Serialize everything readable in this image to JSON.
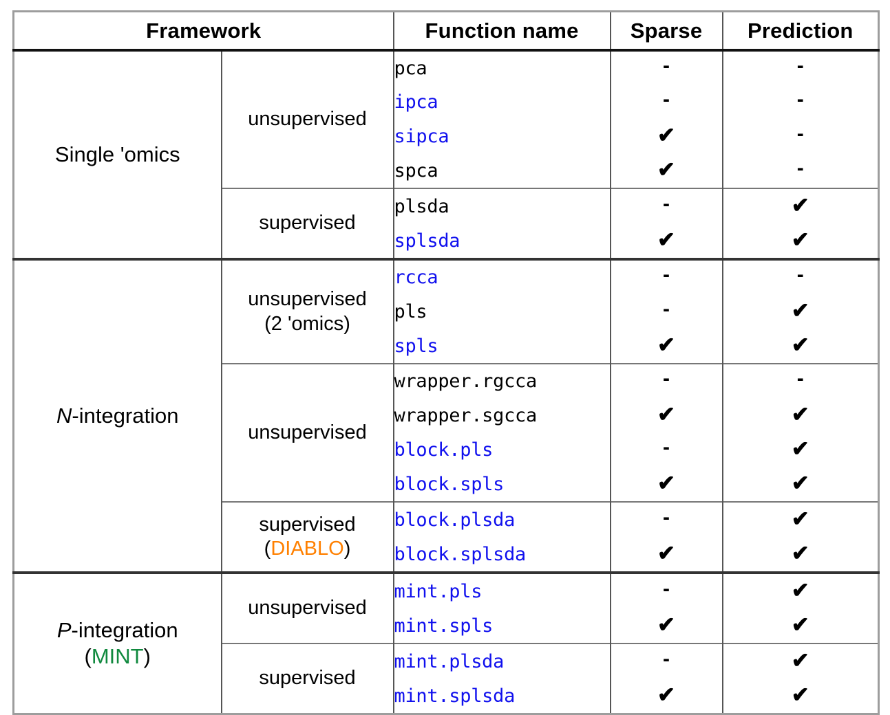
{
  "table": {
    "headers": {
      "framework": "Framework",
      "function_name": "Function name",
      "sparse": "Sparse",
      "prediction": "Prediction"
    },
    "symbols": {
      "check": "✔",
      "dash": "-"
    },
    "colors": {
      "function_blue": "#1010ee",
      "diablo_orange": "#ff8000",
      "mint_green": "#10893e",
      "text_black": "#000000",
      "border_gray": "#9d9d9d",
      "rule_dark": "#333333"
    },
    "sections": [
      {
        "framework": "Single 'omics",
        "framework_prefix": "",
        "framework_sub": "",
        "groups": [
          {
            "label": "unsupervised",
            "label_sub": "",
            "label_sub_colored": "",
            "rows": [
              {
                "function": "pca",
                "colored": false,
                "sparse": "-",
                "prediction": "-"
              },
              {
                "function": "ipca",
                "colored": true,
                "sparse": "-",
                "prediction": "-"
              },
              {
                "function": "sipca",
                "colored": true,
                "sparse": "✔",
                "prediction": "-"
              },
              {
                "function": "spca",
                "colored": false,
                "sparse": "✔",
                "prediction": "-"
              }
            ]
          },
          {
            "label": "supervised",
            "label_sub": "",
            "label_sub_colored": "",
            "rows": [
              {
                "function": "plsda",
                "colored": false,
                "sparse": "-",
                "prediction": "✔"
              },
              {
                "function": "splsda",
                "colored": true,
                "sparse": "✔",
                "prediction": "✔"
              }
            ]
          }
        ]
      },
      {
        "framework": "-integration",
        "framework_prefix": "N",
        "framework_sub": "",
        "groups": [
          {
            "label": "unsupervised",
            "label_sub": "(2 'omics)",
            "label_sub_colored": "",
            "rows": [
              {
                "function": "rcca",
                "colored": true,
                "sparse": "-",
                "prediction": "-"
              },
              {
                "function": "pls",
                "colored": false,
                "sparse": "-",
                "prediction": "✔"
              },
              {
                "function": "spls",
                "colored": true,
                "sparse": "✔",
                "prediction": "✔"
              }
            ]
          },
          {
            "label": "unsupervised",
            "label_sub": "",
            "label_sub_colored": "",
            "rows": [
              {
                "function": "wrapper.rgcca",
                "colored": false,
                "sparse": "-",
                "prediction": "-"
              },
              {
                "function": "wrapper.sgcca",
                "colored": false,
                "sparse": "✔",
                "prediction": "✔"
              },
              {
                "function": "block.pls",
                "colored": true,
                "sparse": "-",
                "prediction": "✔"
              },
              {
                "function": "block.spls",
                "colored": true,
                "sparse": "✔",
                "prediction": "✔"
              }
            ]
          },
          {
            "label": "supervised",
            "label_sub": "DIABLO",
            "label_sub_colored": "diablo",
            "rows": [
              {
                "function": "block.plsda",
                "colored": true,
                "sparse": "-",
                "prediction": "✔"
              },
              {
                "function": "block.splsda",
                "colored": true,
                "sparse": "✔",
                "prediction": "✔"
              }
            ]
          }
        ]
      },
      {
        "framework": "-integration",
        "framework_prefix": "P",
        "framework_sub": "MINT",
        "framework_sub_colored": "mint",
        "groups": [
          {
            "label": "unsupervised",
            "label_sub": "",
            "label_sub_colored": "",
            "rows": [
              {
                "function": "mint.pls",
                "colored": true,
                "sparse": "-",
                "prediction": "✔"
              },
              {
                "function": "mint.spls",
                "colored": true,
                "sparse": "✔",
                "prediction": "✔"
              }
            ]
          },
          {
            "label": "supervised",
            "label_sub": "",
            "label_sub_colored": "",
            "rows": [
              {
                "function": "mint.plsda",
                "colored": true,
                "sparse": "-",
                "prediction": "✔"
              },
              {
                "function": "mint.splsda",
                "colored": true,
                "sparse": "✔",
                "prediction": "✔"
              }
            ]
          }
        ]
      }
    ]
  }
}
